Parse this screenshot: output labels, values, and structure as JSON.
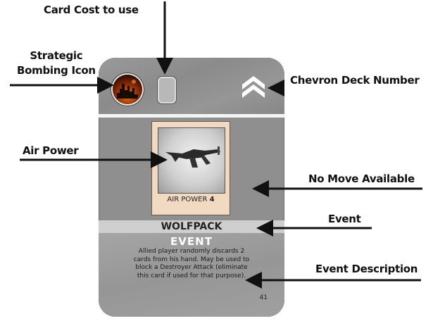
{
  "labels": {
    "card_cost": "Card Cost to use",
    "strategic_line1": "Strategic",
    "strategic_line2": "Bombing Icon",
    "chevron": "Chevron Deck Number",
    "air_power": "Air Power",
    "no_move": "No Move Available",
    "event": "Event",
    "event_description": "Event Description"
  },
  "card": {
    "art_caption_prefix": "AIR POWER",
    "art_caption_value": "4",
    "title": "WOLFPACK",
    "event_word": "EVENT",
    "description": "Allied player randomly discards 2 cards from his hand. May be used to block a Destroyer Attack (eliminate this card if used for that purpose).",
    "number": "41"
  },
  "colors": {
    "card_body": "#8f8f8f",
    "art_frame": "#f2d9c2",
    "event_bar": "#cfcfcf",
    "arrow": "#111111"
  }
}
